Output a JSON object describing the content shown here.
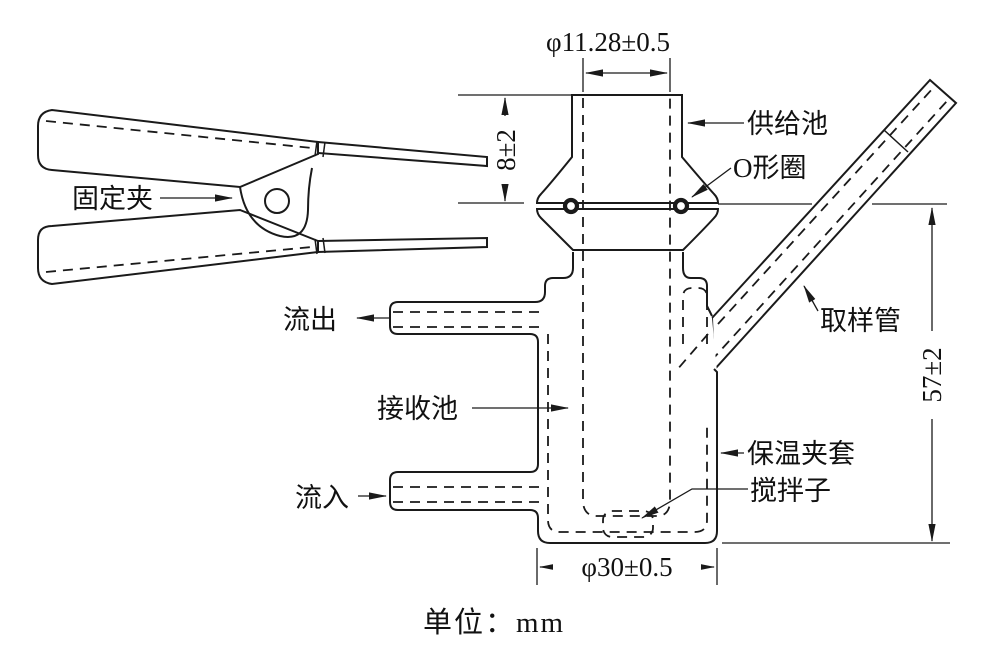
{
  "figure": {
    "unit_note": "单位：mm",
    "parts": {
      "fixing_clamp": "固定夹",
      "supply_cell": "供给池",
      "o_ring": "O形圈",
      "sampling_tube": "取样管",
      "outflow": "流出",
      "receiving_cell": "接收池",
      "inflow": "流入",
      "insulation_jacket": "保温夹套",
      "stir_bar": "搅拌子"
    },
    "dimensions": {
      "orifice_diameter": "φ11.28±0.5",
      "cap_height": "8±2",
      "body_height": "57±2",
      "body_diameter": "φ30±0.5"
    },
    "colors": {
      "line": "#1a1a1a",
      "background": "#ffffff"
    }
  }
}
